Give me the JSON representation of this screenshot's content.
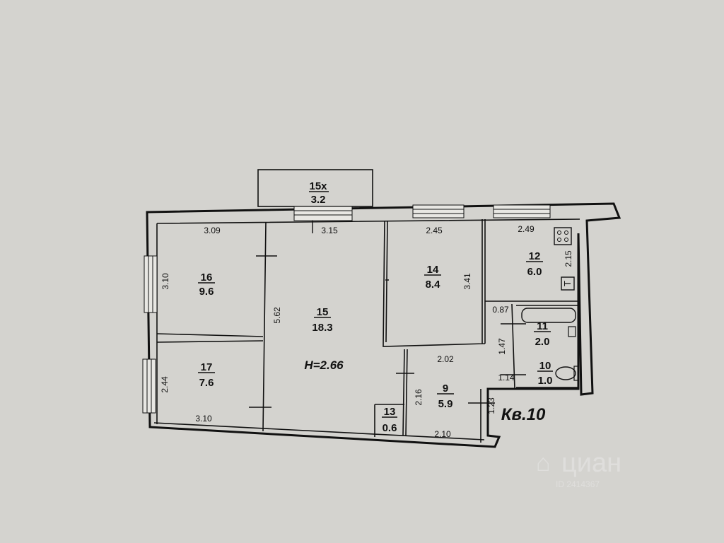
{
  "apartment": {
    "label": "Кв.10",
    "height_label": "H=2.66"
  },
  "rooms": [
    {
      "id": "room-15x",
      "number": "15х",
      "area": "3.2"
    },
    {
      "id": "room-16",
      "number": "16",
      "area": "9.6"
    },
    {
      "id": "room-15",
      "number": "15",
      "area": "18.3"
    },
    {
      "id": "room-14",
      "number": "14",
      "area": "8.4"
    },
    {
      "id": "room-12",
      "number": "12",
      "area": "6.0"
    },
    {
      "id": "room-11",
      "number": "11",
      "area": "2.0"
    },
    {
      "id": "room-10",
      "number": "10",
      "area": "1.0"
    },
    {
      "id": "room-17",
      "number": "17",
      "area": "7.6"
    },
    {
      "id": "room-9",
      "number": "9",
      "area": "5.9"
    },
    {
      "id": "room-13",
      "number": "13",
      "area": "0.6"
    }
  ],
  "dimensions": {
    "r16_top": "3.09",
    "r16_left": "3.10",
    "r15_top": "3.15",
    "r15_left": "5.62",
    "r14_top": "2.45",
    "r14_right": "3.41",
    "r12_top": "2.49",
    "r12_right": "2.15",
    "r17_left": "2.44",
    "r17_bottom": "3.10",
    "r9_top": "2.02",
    "r9_left": "2.16",
    "r9_right": "1.23",
    "r9_bottom": "2.10",
    "r11_left": "1.47",
    "r11_top": "0.87",
    "r10_left": "1.14"
  },
  "symbols": {
    "water_heater": "Т"
  },
  "watermark": {
    "logo": "⌂",
    "text": "циан",
    "id": "ID 2414367"
  }
}
